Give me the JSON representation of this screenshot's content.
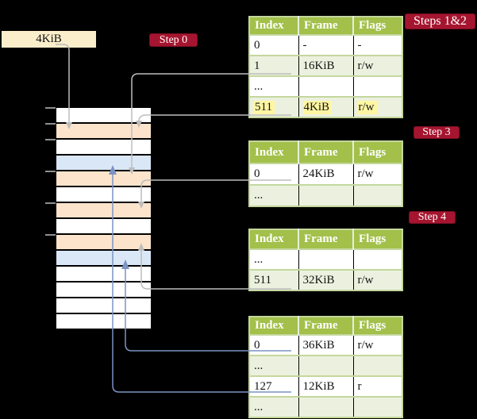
{
  "colors": {
    "background": "#000000",
    "table_header_bg": "#A2C04A",
    "table_row_alt_bg": "#ECF1DF",
    "table_row_bg": "#FFFFFF",
    "table_border": "#C4D79E",
    "frame_pagetable": "#FCE4CC",
    "frame_data": "#DAE7F6",
    "frame_free": "#FFFFFF",
    "pointer_gray": "#BDBDBD",
    "pointer_blue": "#7B94C3",
    "badge_bg": "#A5152F",
    "highlight_yellow": "#FFF6A2",
    "legend_box_bg": "#FBEECB"
  },
  "legend_box": {
    "label": "4KiB"
  },
  "badges": [
    {
      "id": "badge-step0",
      "label": "Step 0"
    },
    {
      "id": "badge-steps12",
      "label": "Steps 1&2"
    },
    {
      "id": "badge-step3",
      "label": "Step 3"
    },
    {
      "id": "badge-step4",
      "label": "Step 4"
    }
  ],
  "memory_strip": {
    "frames": [
      "free",
      "pagetable",
      "free",
      "data",
      "pagetable",
      "free",
      "pagetable",
      "free",
      "pagetable",
      "data",
      "free",
      "free",
      "free",
      "free"
    ]
  },
  "page_tables": [
    {
      "name": "page-table-steps-1-2",
      "headers": [
        "Index",
        "Frame",
        "Flags"
      ],
      "rows": [
        {
          "cells": [
            "0",
            "-",
            "-"
          ],
          "highlighted": false
        },
        {
          "cells": [
            "1",
            "16KiB",
            "r/w"
          ],
          "highlighted": false
        },
        {
          "cells": [
            "...",
            "",
            ""
          ],
          "highlighted": false
        },
        {
          "cells": [
            "511",
            "4KiB",
            "r/w"
          ],
          "highlighted": true
        }
      ]
    },
    {
      "name": "page-table-step-3",
      "headers": [
        "Index",
        "Frame",
        "Flags"
      ],
      "rows": [
        {
          "cells": [
            "0",
            "24KiB",
            "r/w"
          ],
          "highlighted": false
        },
        {
          "cells": [
            "...",
            "",
            ""
          ],
          "highlighted": false
        }
      ]
    },
    {
      "name": "page-table-step-4",
      "headers": [
        "Index",
        "Frame",
        "Flags"
      ],
      "rows": [
        {
          "cells": [
            "...",
            "",
            ""
          ],
          "highlighted": false
        },
        {
          "cells": [
            "511",
            "32KiB",
            "r/w"
          ],
          "highlighted": false
        }
      ]
    },
    {
      "name": "page-table-final",
      "headers": [
        "Index",
        "Frame",
        "Flags"
      ],
      "rows": [
        {
          "cells": [
            "0",
            "36KiB",
            "r/w"
          ],
          "highlighted": false
        },
        {
          "cells": [
            "...",
            "",
            ""
          ],
          "highlighted": false
        },
        {
          "cells": [
            "127",
            "12KiB",
            "r"
          ],
          "highlighted": false
        },
        {
          "cells": [
            "...",
            "",
            ""
          ],
          "highlighted": false
        }
      ]
    }
  ]
}
